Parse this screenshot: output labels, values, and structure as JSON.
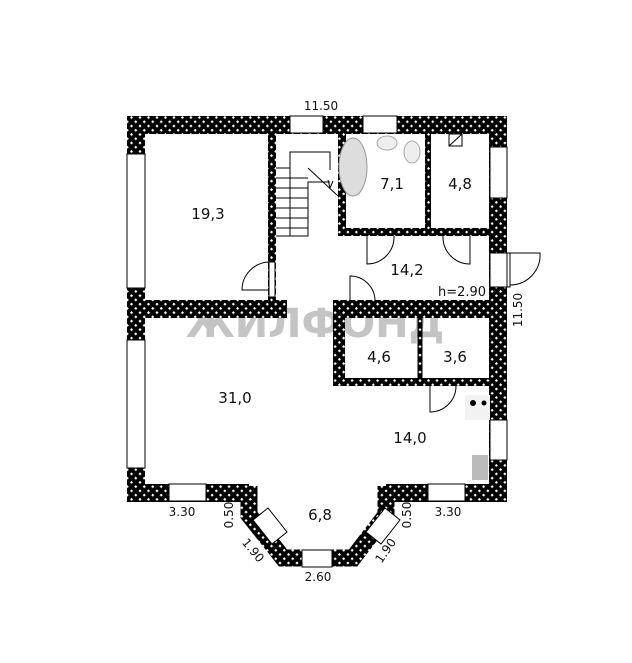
{
  "watermark": "ЖИЛФОНД",
  "rooms": {
    "bedroom": "19,3",
    "bathroom": "7,1",
    "storage_top": "4,8",
    "hall": "14,2",
    "ceiling_height": "h=2.90",
    "closet_left": "4,6",
    "closet_right": "3,6",
    "living": "31,0",
    "kitchen": "14,0",
    "bay": "6,8"
  },
  "dimensions": {
    "top": "11.50",
    "right": "11.50",
    "bottom_left": "3.30",
    "bottom_right": "3.30",
    "bay_side_left": "0.50",
    "bay_side_right": "0.50",
    "bay_diag_left": "1.90",
    "bay_diag_right": "1.90",
    "bay_bottom": "2.60"
  },
  "colors": {
    "wall": "#000000",
    "hatch": "#ffffff",
    "watermark": "#bbbbbb"
  }
}
